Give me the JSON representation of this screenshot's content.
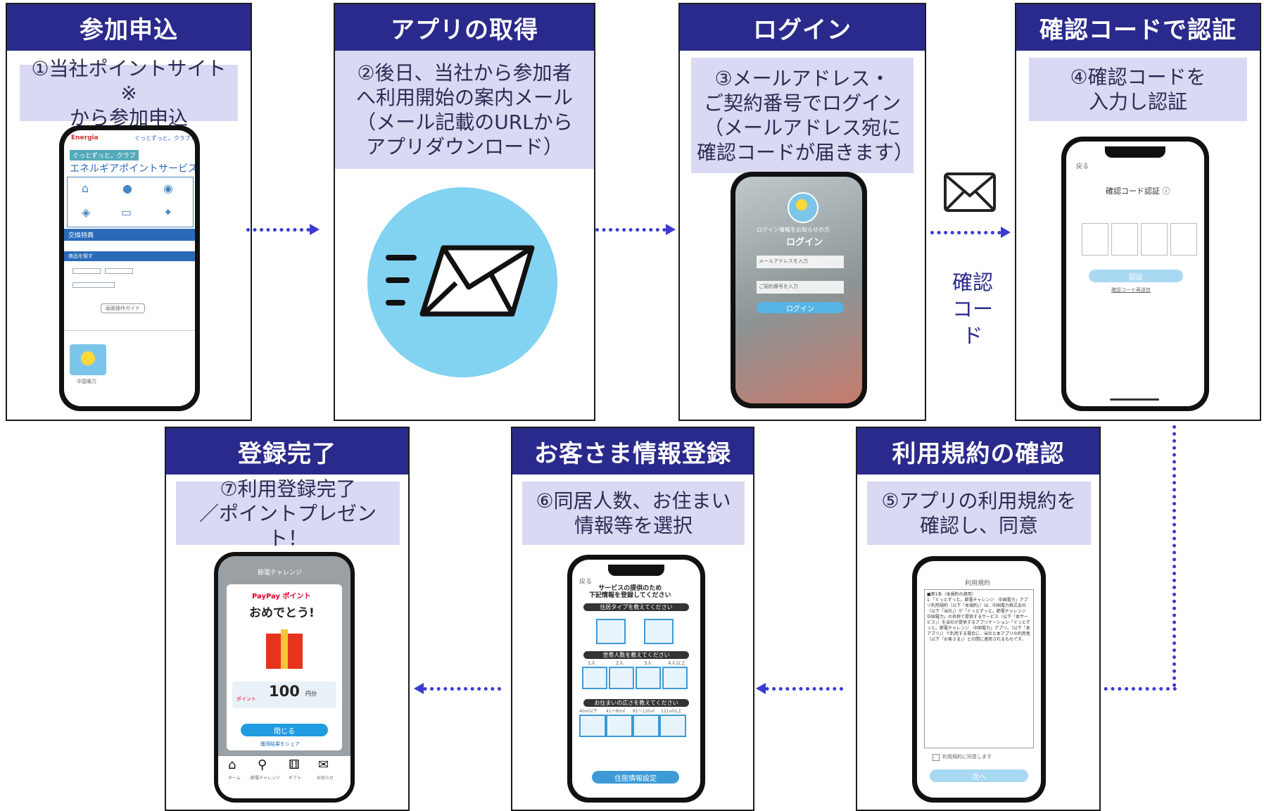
{
  "steps": {
    "s1": {
      "title": "参加申込",
      "desc": "①当社ポイントサイト※\nから参加申込"
    },
    "s2": {
      "title": "アプリの取得",
      "desc": "②後日、当社から参加者\nへ利用開始の案内メール\n（メール記載のURLから\nアプリダウンロード）"
    },
    "s3": {
      "title": "ログイン",
      "desc": "③メールアドレス・\nご契約番号でログイン\n（メールアドレス宛に\n確認コードが届きます）"
    },
    "s4": {
      "title": "確認コードで認証",
      "desc": "④確認コードを\n入力し認証"
    },
    "s5": {
      "title": "利用規約の確認",
      "desc": "⑤アプリの利用規約を\n確認し、同意"
    },
    "s6": {
      "title": "お客さま情報登録",
      "desc": "⑥同居人数、お住まい\n情報等を選択"
    },
    "s7": {
      "title": "登録完了",
      "desc": "⑦利用登録完了\n／ポイントプレゼント！"
    }
  },
  "confirm_label": "確認\nコード",
  "phone1": {
    "brand": "Energia",
    "top_links": "ぐっとずっと。クラブTOP",
    "club_badge": "ぐっとずっと。クラブ",
    "service_title": "エネルギアポイントサービス",
    "section": "交換特典",
    "search_bar": "商品を探す",
    "guide_button": "画面操作ガイド",
    "company": "中国電力"
  },
  "phone3": {
    "header": "ログイン",
    "prompt": "ログイン情報をお知らせの方",
    "email_placeholder": "メールアドレスを入力",
    "number_placeholder": "ご契約番号を入力",
    "login_button": "ログイン"
  },
  "phone4": {
    "back": "戻る",
    "title": "確認コード認証 ⓘ",
    "submit": "認証",
    "resend": "確認コード再送信"
  },
  "phone5": {
    "title": "利用規約",
    "heading": "■第1条（本規約の適用）",
    "body": "1.「ぐっとずっと。節電チャレンジ　中国電力」アプリ利用規約（以下「本規約」）は、中国電力株式会社（以下「当社」）が「ぐっとずっと。節電チャレンジ　中国電力」の名称で提供するサービス（以下「本サービス」）を当社が提供するアプリケーション「ぐっとずっと。節電チャレンジ　中国電力」アプリ。（以下「本アプリ」）で利用する場合に、当社と本アプリの利用者（以下「お客さま」）との間に適用されるものです。",
    "agree": "利用規約に同意します",
    "next": "次へ"
  },
  "phone6": {
    "back": "戻る",
    "intro": "サービスの提供のため\n下記情報を登録してください",
    "q1": "住居タイプを教えてください",
    "q2": "世帯人数を教えてください",
    "persons": [
      "1人",
      "2人",
      "3人",
      "4人以上"
    ],
    "q3": "お住まいの広さを教えてください",
    "sizes": [
      "40㎡以下",
      "41〜80㎡",
      "81〜120㎡",
      "121㎡以上"
    ],
    "submit": "住居情報設定"
  },
  "phone7": {
    "header": "節電チャレンジ",
    "paypay": "PayPay ポイント",
    "congrats": "おめでとう!",
    "points": "100",
    "unit": "円分",
    "point_label": "ポイント",
    "close": "閉じる",
    "share": "獲得結果をシェア",
    "tabs": [
      "ホーム",
      "節電チャレンジ",
      "ギフト",
      "お知らせ"
    ]
  },
  "colors": {
    "header": "#2a2a8c",
    "desc_bg": "#d9d9f3",
    "arrow": "#3b3bd1",
    "mail_circle": "#82d2f2"
  }
}
